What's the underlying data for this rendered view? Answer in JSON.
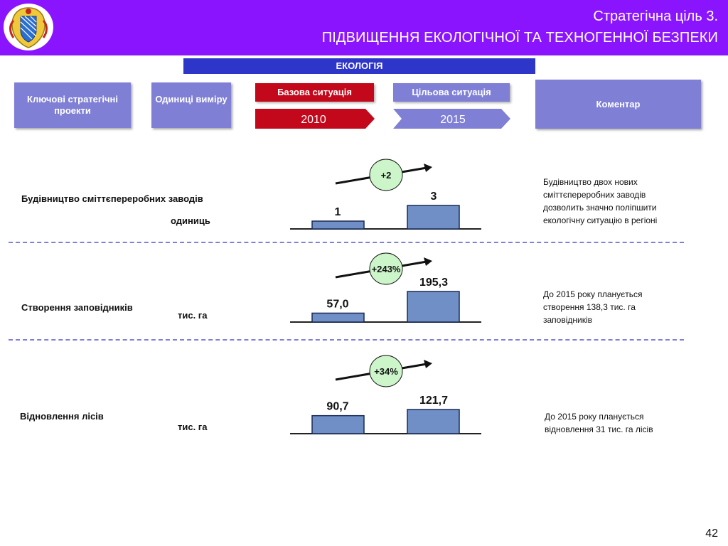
{
  "header": {
    "title_line1": "Стратегічна ціль 3.",
    "title_line2": "ПІДВИЩЕННЯ ЕКОЛОГІЧНОЇ ТА ТЕХНОГЕННОЇ БЕЗПЕКИ",
    "background": "#8b14ff"
  },
  "section": {
    "title": "ЕКОЛОГІЯ"
  },
  "columns": {
    "projects": "Ключові стратегічні проекти",
    "units": "Одиниці виміру",
    "base_label": "Базова ситуація",
    "base_year": "2010",
    "target_label": "Цільова ситуація",
    "target_year": "2015",
    "comment": "Коментар"
  },
  "rows": [
    {
      "project": "Будівництво сміттєпереробних заводів",
      "unit": "одиниць",
      "base": 1,
      "base_label": "1",
      "target": 3,
      "target_label": "3",
      "change": "+2",
      "comment": "Будівництво двох нових сміттєпереробних заводів дозволить значно поліпшити екологічну ситуацію в регіоні"
    },
    {
      "project": "Створення заповідників",
      "unit": "тис. га",
      "base": 57.0,
      "base_label": "57,0",
      "target": 195.3,
      "target_label": "195,3",
      "change": "+243%",
      "comment": "До 2015 року планується створення 138,3 тис. га заповідників"
    },
    {
      "project": "Відновлення лісів",
      "unit": "тис. га",
      "base": 90.7,
      "base_label": "90,7",
      "target": 121.7,
      "target_label": "121,7",
      "change": "+34%",
      "comment": "До 2015 року планується відновлення 31 тис. га лісів"
    }
  ],
  "colors": {
    "bar": "#6f8fc6",
    "bubble": "#ccf5c9",
    "accent": "#2e35c9",
    "base_red": "#c3081b",
    "box": "#7f7fd6"
  },
  "page_number": "42"
}
